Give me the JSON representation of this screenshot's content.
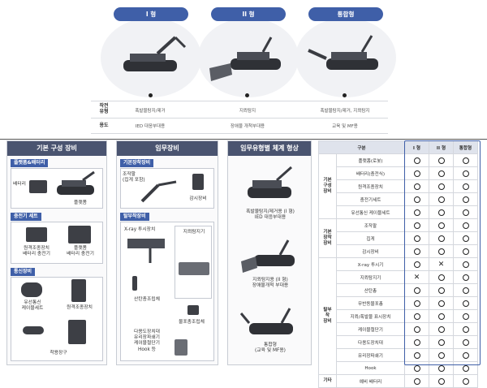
{
  "top": {
    "types": [
      "I 형",
      "II 형",
      "통합형"
    ],
    "rows": [
      {
        "label": "작전\n유형",
        "values": [
          "폭발물탐지/제거",
          "지뢰탐지",
          "폭발물탐지/제거, 지뢰탐지"
        ]
      },
      {
        "label": "용도",
        "values": [
          "IED 대응부대용",
          "장애물 개척부대용",
          "교육 및 MF용"
        ]
      }
    ]
  },
  "panels": {
    "basic": {
      "title": "기본 구성 장비",
      "sections": [
        "플랫폼&배터리",
        "충전기 세트",
        "통신장비"
      ],
      "labels": {
        "battery": "배터리",
        "platform": "플랫폼",
        "remote_charger": "원격조종장치\n배터리 충전기",
        "platform_charger": "플랫폼\n배터리 충전기",
        "cable_set": "유선통신\n케이블세트",
        "remote_control": "원격조종장치",
        "wearable": "착용장구"
      }
    },
    "mission": {
      "title": "임무장비",
      "sections": [
        "기본장착장비",
        "탈부착장비"
      ],
      "labels": {
        "manipulator": "조작팔\n(집게 포함)",
        "surveillance": "감시장비",
        "xray": "X-ray 투시장치",
        "mine_detector": "지뢰탐지기",
        "disruptor": "산탄총조립체",
        "water_cannon": "물포총조립체",
        "multi_tools": "다용도장치대\n유리장파쇄기\n케이블절단기\nHook 등"
      }
    },
    "system": {
      "title": "임무유형별 체계 형상",
      "labels": [
        "폭발물탐지/제거용 (I 형)\nIED 대응부대용",
        "지뢰탐지용 (II 형)\n장애물개척 부대용",
        "통합형\n(교육 및 MF용)"
      ]
    }
  },
  "table": {
    "headers": [
      "구분",
      "I 형",
      "II 형",
      "통합형"
    ],
    "groups": [
      {
        "name": "기본\n구성\n장비",
        "items": [
          {
            "name": "플랫폼(로봇)",
            "marks": [
              "o",
              "o",
              "o"
            ]
          },
          {
            "name": "배터리(충전식)",
            "marks": [
              "o",
              "o",
              "o"
            ]
          },
          {
            "name": "원격조종장치",
            "marks": [
              "o",
              "o",
              "o"
            ]
          },
          {
            "name": "충전기세트",
            "marks": [
              "o",
              "o",
              "o"
            ]
          },
          {
            "name": "유선통신 케이블세트",
            "marks": [
              "o",
              "o",
              "o"
            ]
          }
        ]
      },
      {
        "name": "기본\n장착\n장비",
        "items": [
          {
            "name": "조작팔",
            "marks": [
              "o",
              "o",
              "o"
            ]
          },
          {
            "name": "집게",
            "marks": [
              "o",
              "o",
              "o"
            ]
          },
          {
            "name": "감시장비",
            "marks": [
              "o",
              "o",
              "o"
            ]
          }
        ]
      },
      {
        "name": "탈부\n착\n장비",
        "items": [
          {
            "name": "X-ray 투시기",
            "marks": [
              "o",
              "x",
              "o"
            ]
          },
          {
            "name": "지뢰탐지기",
            "marks": [
              "x",
              "o",
              "o"
            ]
          },
          {
            "name": "산탄총",
            "marks": [
              "o",
              "o",
              "o"
            ]
          },
          {
            "name": "무반동물포총",
            "marks": [
              "o",
              "o",
              "o"
            ]
          },
          {
            "name": "지뢰/폭발물 표시장치",
            "marks": [
              "o",
              "o",
              "o"
            ]
          },
          {
            "name": "케이블절단기",
            "marks": [
              "o",
              "o",
              "o"
            ]
          },
          {
            "name": "다용도장치대",
            "marks": [
              "o",
              "o",
              "o"
            ]
          },
          {
            "name": "유리장파쇄기",
            "marks": [
              "o",
              "o",
              "o"
            ]
          },
          {
            "name": "Hook",
            "marks": [
              "o",
              "o",
              "o"
            ]
          }
        ]
      },
      {
        "name": "기타",
        "items": [
          {
            "name": "예비 배터리",
            "marks": [
              "o",
              "o",
              "o"
            ]
          }
        ]
      }
    ]
  },
  "colors": {
    "accent": "#3f5fa8",
    "panel_header": "#4a5470"
  }
}
